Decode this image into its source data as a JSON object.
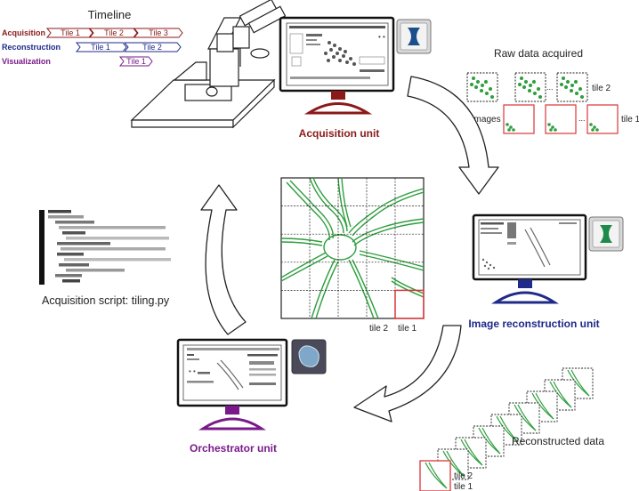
{
  "timeline": {
    "title": "Timeline",
    "rows": [
      {
        "label": "Acquisition",
        "color": "#8b1a1a",
        "tiles": [
          "Tile 1",
          "Tile 2",
          "Tile 3"
        ]
      },
      {
        "label": "Reconstruction",
        "color": "#1f2a8a",
        "tiles": [
          "Tile 1",
          "Tile 2"
        ]
      },
      {
        "label": "Visualization",
        "color": "#7a1a8a",
        "tiles": [
          "Tile 1"
        ]
      }
    ]
  },
  "units": {
    "acquisition": {
      "label": "Acquisition unit",
      "color": "#8b1a1a"
    },
    "reconstruction": {
      "label": "Image reconstruction unit",
      "color": "#1f2a8a"
    },
    "orchestrator": {
      "label": "Orchestrator unit",
      "color": "#7a1a8a"
    }
  },
  "raw_data": {
    "title": "Raw data acquired",
    "n_images_label": "n images",
    "tile2_label": "tile 2",
    "tile1_label": "tile 1",
    "ellipsis": "..."
  },
  "grid": {
    "tile2_label": "tile 2",
    "tile1_label": "tile 1"
  },
  "script": {
    "caption": "Acquisition script: tiling.py"
  },
  "reconstructed": {
    "title": "Reconstructed data",
    "tile2_label": "tile 2",
    "tile1_label": "tile 1"
  },
  "colors": {
    "green": "#2e9e3e",
    "red": "#d9353a",
    "gray_dark": "#555555",
    "gray_light": "#b8b8b8"
  }
}
